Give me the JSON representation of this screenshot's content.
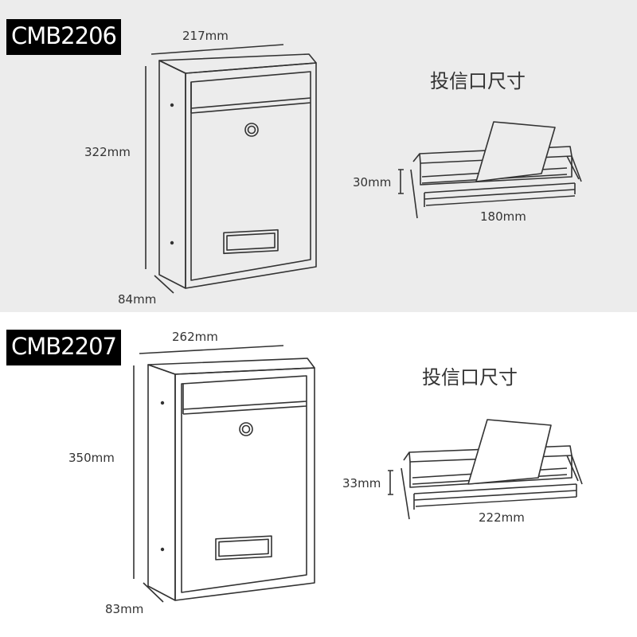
{
  "products": [
    {
      "model": "CMB2206",
      "width": "217mm",
      "height": "322mm",
      "depth": "84mm",
      "slot_title": "投信口尺寸",
      "slot_height": "30mm",
      "slot_width": "180mm"
    },
    {
      "model": "CMB2207",
      "width": "262mm",
      "height": "350mm",
      "depth": "83mm",
      "slot_title": "投信口尺寸",
      "slot_height": "33mm",
      "slot_width": "222mm"
    }
  ],
  "colors": {
    "top_background": "#ececec",
    "bottom_background": "#ffffff",
    "badge_background": "#000000",
    "line": "#333333"
  }
}
